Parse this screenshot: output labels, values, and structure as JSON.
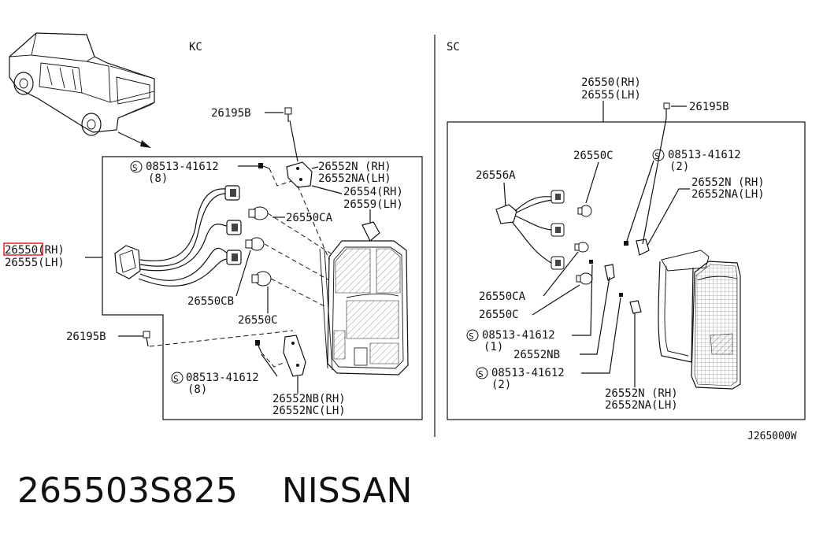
{
  "sections": {
    "left": "KC",
    "right": "SC"
  },
  "diagram_code": "J265000W",
  "footer": {
    "part_number": "265503S825",
    "brand": "NISSAN"
  },
  "kc": {
    "assy": {
      "rh_prefix": "2655",
      "rh_rest": "0(RH)",
      "lh": "26555(LH)"
    },
    "screw_top": "26195B",
    "screw_left": "26195B",
    "bolt_top": "08513-41612",
    "bolt_top_qty": "(8)",
    "bolt_bottom": "08513-41612",
    "bolt_bottom_qty": "(8)",
    "bracket_top_rh": "26552N (RH)",
    "bracket_top_lh": "26552NA(LH)",
    "lens_rh": "26554(RH)",
    "lens_lh": "26559(LH)",
    "bulb_ca": "26550CA",
    "bulb_cb": "26550CB",
    "bulb_c": "26550C",
    "bracket_bottom_rh": "26552NB(RH)",
    "bracket_bottom_lh": "26552NC(LH)",
    "s_symbol": "S"
  },
  "sc": {
    "assy_rh": "26550(RH)",
    "assy_lh": "26555(LH)",
    "screw": "26195B",
    "harness": "26556A",
    "bulb_c_top": "26550C",
    "bolt_top": "08513-41612",
    "bolt_top_qty": "(2)",
    "bracket_rh": "26552N (RH)",
    "bracket_lh": "26552NA(LH)",
    "bulb_ca": "26550CA",
    "bulb_c": "26550C",
    "bolt_mid": "08513-41612",
    "bolt_mid_qty": "(1)",
    "bracket_nb": "26552NB",
    "bolt_low": "08513-41612",
    "bolt_low_qty": "(2)",
    "bracket_bottom_rh": "26552N (RH)",
    "bracket_bottom_lh": "26552NA(LH)",
    "s_symbol": "S"
  },
  "colors": {
    "highlight": "#e02020",
    "ink": "#111111"
  }
}
